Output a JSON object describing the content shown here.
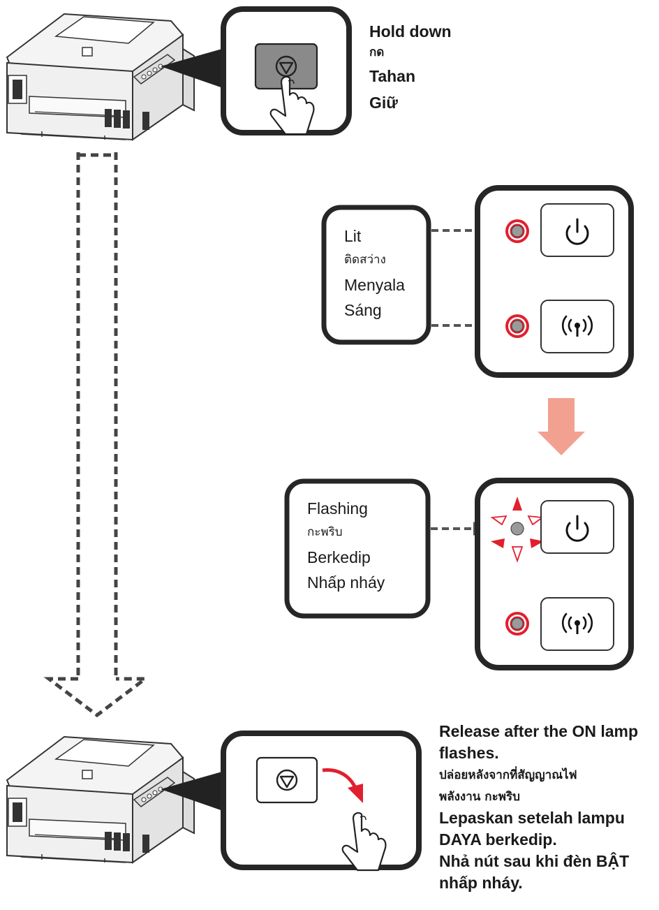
{
  "top_instruction": {
    "en": "Hold down",
    "th": "กด",
    "id": "Tahan",
    "vi": "Giữ"
  },
  "lit_callout": {
    "en": "Lit",
    "th": "ติดสว่าง",
    "id": "Menyala",
    "vi": "Sáng"
  },
  "flashing_callout": {
    "en": "Flashing",
    "th": "กะพริบ",
    "id": "Berkedip",
    "vi": "Nhấp nháy"
  },
  "bottom_instruction": {
    "en_1": "Release after the ON lamp",
    "en_2": "flashes.",
    "th_1": "ปล่อยหลังจากที่สัญญาณไฟ",
    "th_2": "พลังงาน กะพริบ",
    "id_1": "Lepaskan setelah lampu",
    "id_2": "DAYA berkedip.",
    "vi_1": "Nhả nút sau khi đèn BẬT",
    "vi_2": "nhấp nháy."
  },
  "colors": {
    "lamp_red": "#e0202e",
    "down_arrow": "#f2a190",
    "outline": "#262626",
    "button_gray": "#8a8a8a"
  },
  "icons": [
    "printer-icon",
    "stop-button-icon",
    "finger-icon",
    "power-icon",
    "wifi-icon",
    "lamp-icon",
    "dashed-arrow-icon"
  ]
}
